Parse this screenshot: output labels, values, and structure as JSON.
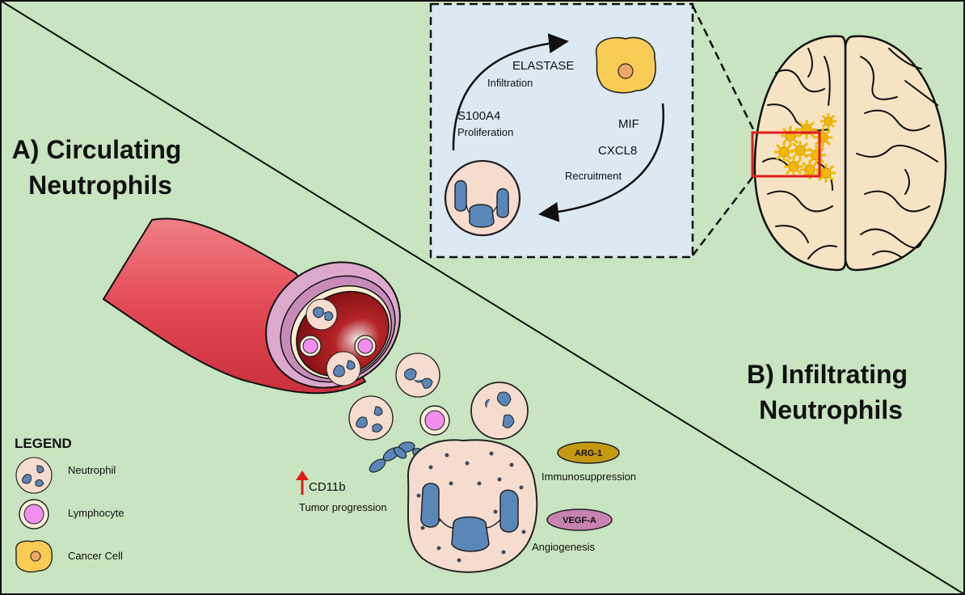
{
  "panel_a_title": [
    "A) Circulating",
    "Neutrophils"
  ],
  "panel_b_title": [
    "B) Infiltrating",
    "Neutrophils"
  ],
  "cycle": {
    "elastase": "ELASTASE",
    "infiltration": "Infiltration",
    "s100a4": "S100A4",
    "proliferation": "Proliferation",
    "mif": "MIF",
    "cxcl8": "CXCL8",
    "recruitment": "Recruitment"
  },
  "markers": {
    "cd11b": "CD11b",
    "tumor_progression": "Tumor progression",
    "arg1": "ARG-1",
    "immunosuppression": "Immunosuppression",
    "vegfa": "VEGF-A",
    "angiogenesis": "Angiogenesis"
  },
  "legend": {
    "title": "LEGEND",
    "items": [
      "Neutrophil",
      "Lymphocyte",
      "Cancer Cell"
    ]
  },
  "colors": {
    "background": "#c8e4c0",
    "inset": "#dce9f3",
    "vessel": "#e0515d",
    "vessel_lumen": "#a8181c",
    "neutrophil": "#f6dccf",
    "nucleus": "#5b86b8",
    "lymphocyte": "#f08ff0",
    "cancer_cell": "#f8cc55",
    "tumor": "#f2b705",
    "arg1": "#c59a12",
    "vegfa": "#c782b0",
    "highlight_box": "#e01b1b"
  }
}
